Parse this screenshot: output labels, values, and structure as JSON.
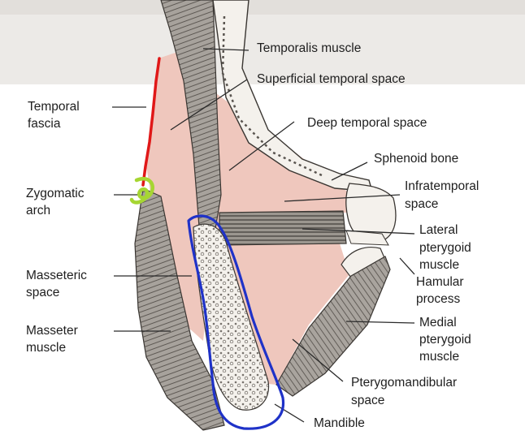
{
  "colors": {
    "page_background": "#ffffff",
    "scan_strip": "#eceae7",
    "space_fill": "#efc7bd",
    "muscle_shading": "#8a8580",
    "bone_fill": "#f4f1ec",
    "temporal_fascia_marker": "#e01818",
    "zygomatic_arch_marker": "#a6d632",
    "mandible_outline": "#1f32c8"
  },
  "labels": {
    "temporalis_muscle": "Temporalis muscle",
    "superficial_temporal_space": "Superficial temporal space",
    "deep_temporal_space": "Deep temporal space",
    "sphenoid_bone": "Sphenoid bone",
    "infratemporal_space_line1": "Infratemporal",
    "infratemporal_space_line2": "space",
    "lateral_pterygoid_line1": "Lateral",
    "lateral_pterygoid_line2": "pterygoid",
    "lateral_pterygoid_line3": "muscle",
    "hamular_process_line1": "Hamular",
    "hamular_process_line2": "process",
    "medial_pterygoid_line1": "Medial",
    "medial_pterygoid_line2": "pterygoid",
    "medial_pterygoid_line3": "muscle",
    "pterygomandibular_line1": "Pterygomandibular",
    "pterygomandibular_line2": "space",
    "mandible": "Mandible",
    "temporal_fascia_line1": "Temporal",
    "temporal_fascia_line2": "fascia",
    "zygomatic_arch_line1": "Zygomatic",
    "zygomatic_arch_line2": "arch",
    "masseteric_space_line1": "Masseteric",
    "masseteric_space_line2": "space",
    "masseter_muscle_line1": "Masseter",
    "masseter_muscle_line2": "muscle"
  }
}
